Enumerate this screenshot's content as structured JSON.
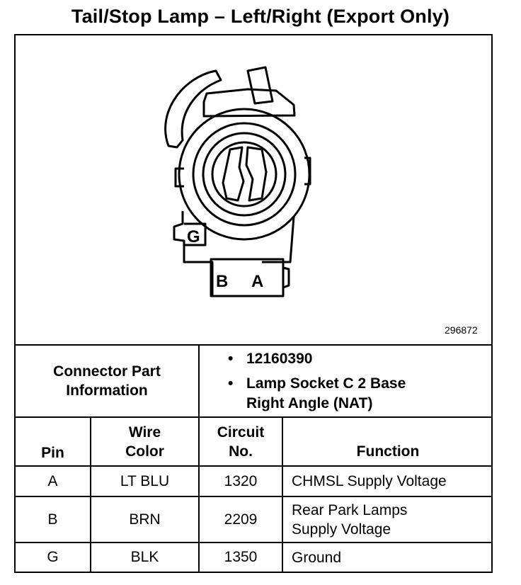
{
  "title": "Tail/Stop Lamp – Left/Right (Export Only)",
  "figure_id": "296872",
  "diagram": {
    "pin_labels": [
      "G",
      "B",
      "A"
    ]
  },
  "connector_info": {
    "label": "Connector Part\nInformation",
    "bullets": [
      "12160390",
      "Lamp Socket C 2 Base\nRight Angle (NAT)"
    ]
  },
  "table": {
    "headers": [
      "Pin",
      "Wire\nColor",
      "Circuit\nNo.",
      "Function"
    ],
    "rows": [
      {
        "pin": "A",
        "color": "LT BLU",
        "circuit": "1320",
        "function": "CHMSL Supply Voltage"
      },
      {
        "pin": "B",
        "color": "BRN",
        "circuit": "2209",
        "function": "Rear Park Lamps\nSupply Voltage"
      },
      {
        "pin": "G",
        "color": "BLK",
        "circuit": "1350",
        "function": "Ground"
      }
    ]
  }
}
